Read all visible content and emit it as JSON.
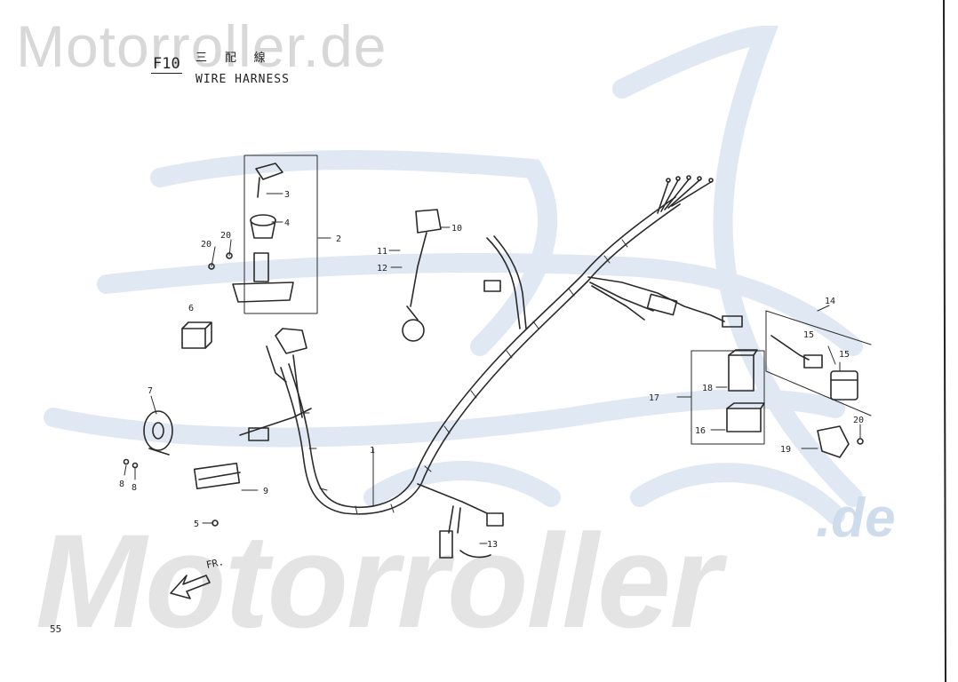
{
  "watermark": {
    "top": "Motorroller.de",
    "bottom": "Motorroller",
    "suffix": ".de"
  },
  "header": {
    "code": "F10",
    "title_cn": "三 配 線",
    "title_en": "WIRE HARNESS"
  },
  "page_number": "55",
  "direction_label": "FR.",
  "callouts": [
    "1",
    "2",
    "3",
    "4",
    "5",
    "6",
    "7",
    "8",
    "9",
    "10",
    "11",
    "12",
    "13",
    "14",
    "15",
    "16",
    "17",
    "18",
    "19",
    "20"
  ],
  "colors": {
    "line_art": "#2a2a2a",
    "watermark_blue": "#c9d8ea",
    "watermark_gray": "#e4e4e4"
  }
}
